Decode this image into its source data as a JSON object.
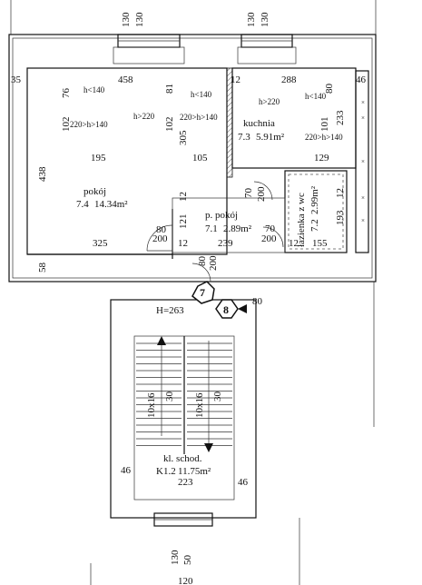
{
  "dims": {
    "top_a": "130",
    "top_b": "130",
    "top_c": "130",
    "top_d": "130",
    "d35": "35",
    "d458": "458",
    "d76": "76",
    "d81": "81",
    "d12a": "12",
    "d288": "288",
    "d80a": "80",
    "d46a": "46",
    "d102a": "102",
    "d220a": "220>h>140",
    "d102b": "102",
    "d305": "305",
    "d220b": "220>h>140",
    "d101": "101",
    "d233": "233",
    "d220c": "220>h>140",
    "d195": "195",
    "d105": "105",
    "d129": "129",
    "d438": "438",
    "d12b": "12",
    "d70a": "70",
    "d200a": "200",
    "d12c": "12",
    "d193": "193",
    "d80b": "80",
    "d200b": "200",
    "d121": "121",
    "d70b": "70",
    "d200c": "200",
    "d12d": "12",
    "d155": "155",
    "d325": "325",
    "d12e": "12",
    "d239": "239",
    "d58": "58",
    "d80c": "80",
    "d200d": "200",
    "d80d": "80",
    "d10x16a": "10x16",
    "d30a": "30",
    "d10x16b": "10x16",
    "d30b": "30",
    "d46b": "46",
    "d46c": "46",
    "d223": "223",
    "bot_a": "130",
    "bot_b": "50",
    "bot_c": "120"
  },
  "heights": {
    "h1": "h<140",
    "h2": "h>220",
    "h3": "h<140",
    "h4": "h>220",
    "h5": "h<140"
  },
  "rooms": {
    "pokoj_name": "pokój",
    "pokoj_num": "7.4",
    "pokoj_area": "14.34m²",
    "kuchnia_name": "kuchnia",
    "kuchnia_num": "7.3",
    "kuchnia_area": "5.91m²",
    "ppokoj_name": "p. pokój",
    "ppokoj_num": "7.1",
    "ppokoj_area": "2.89m²",
    "lazienka_name": "łazienka z wc",
    "lazienka_num": "7.2",
    "lazienka_area": "2.99m²",
    "klatka_name": "kl. schod.",
    "klatka_num": "K1.2",
    "klatka_area": "11.75m²"
  },
  "markers": {
    "m7": "7",
    "m8": "8",
    "stair_height": "H=263"
  }
}
